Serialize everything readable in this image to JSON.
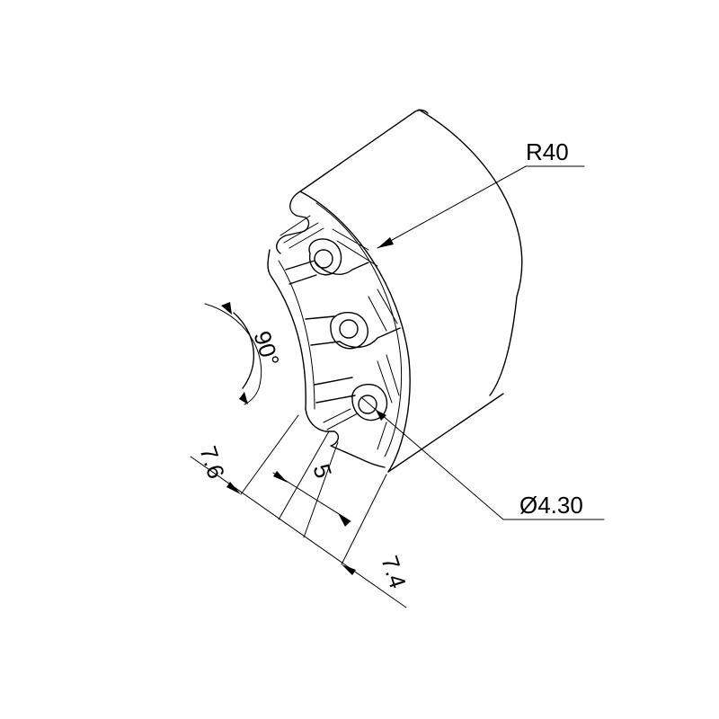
{
  "dimensions": {
    "radius_label": "R40",
    "diameter_label": "Ø4.30",
    "angle_label": "90°",
    "slot_width_label": "5",
    "left_offset_label": "7.6",
    "right_offset_label": "7.4"
  }
}
